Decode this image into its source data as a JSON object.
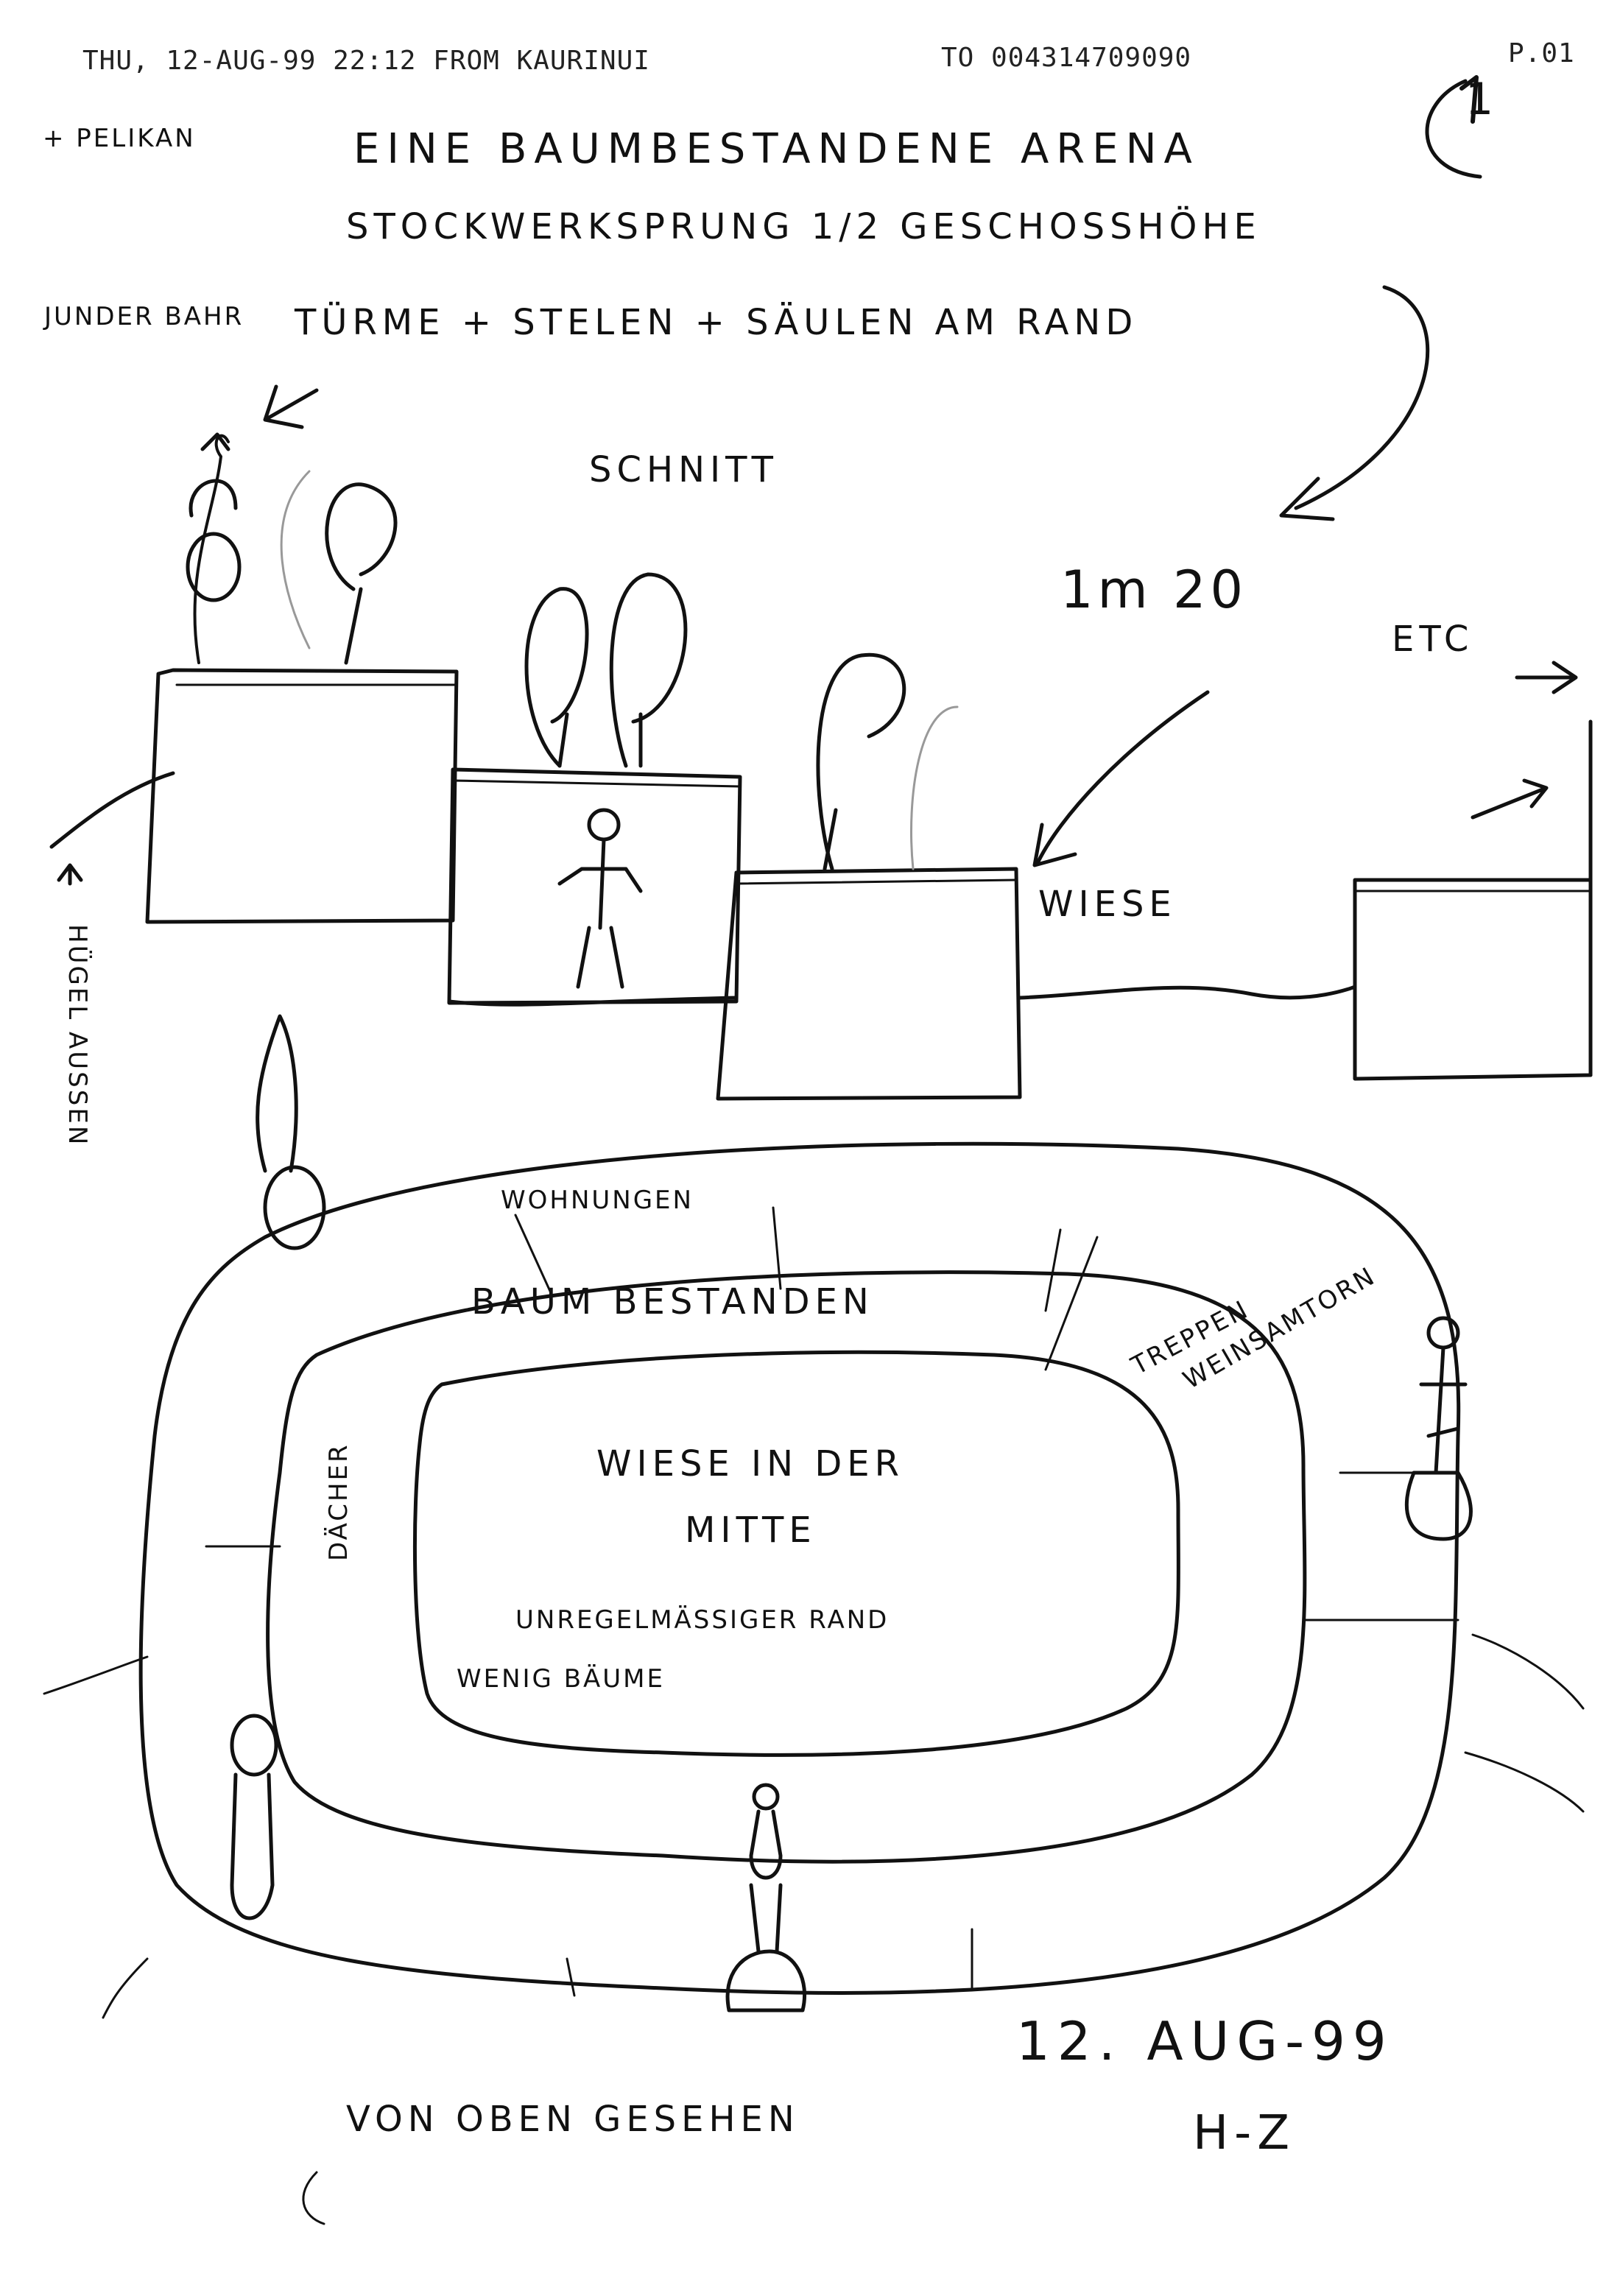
{
  "fax_header": {
    "left": "THU, 12-AUG-99 22:12  FROM KAURINUI",
    "middle": "TO 004314709090",
    "page": "P.01"
  },
  "corner_mark": "1",
  "side_notes": {
    "pelikan": "+ PELIKAN",
    "junder_bahr": "JUNDER BAHR"
  },
  "title_lines": [
    "EINE BAUMBESTANDENE ARENA",
    "STOCKWERKSPRUNG 1/2 GESCHOSSHÖHE",
    "TÜRME + STELEN + SÄULEN AM RAND"
  ],
  "section": {
    "label": "SCHNITT",
    "dimension": "1m 20",
    "etc": "ETC",
    "wiese": "WIESE",
    "hugel": "HÜGEL AUSSEN"
  },
  "plan": {
    "wohnungen": "WOHNUNGEN",
    "baum": "BAUM BESTANDEN",
    "dacher": "DÄCHER",
    "treppen": "TREPPEN",
    "weinsaum": "WEINSAMTORN",
    "wiese_mitte_1": "WIESE IN DER",
    "wiese_mitte_2": "MITTE",
    "rand": "UNREGELMÄSSIGER RAND",
    "wenig": "WENIG BÄUME",
    "von_oben": "VON OBEN GESEHEN"
  },
  "signature": {
    "date": "12. AUG-99",
    "initials": "H-Z"
  }
}
